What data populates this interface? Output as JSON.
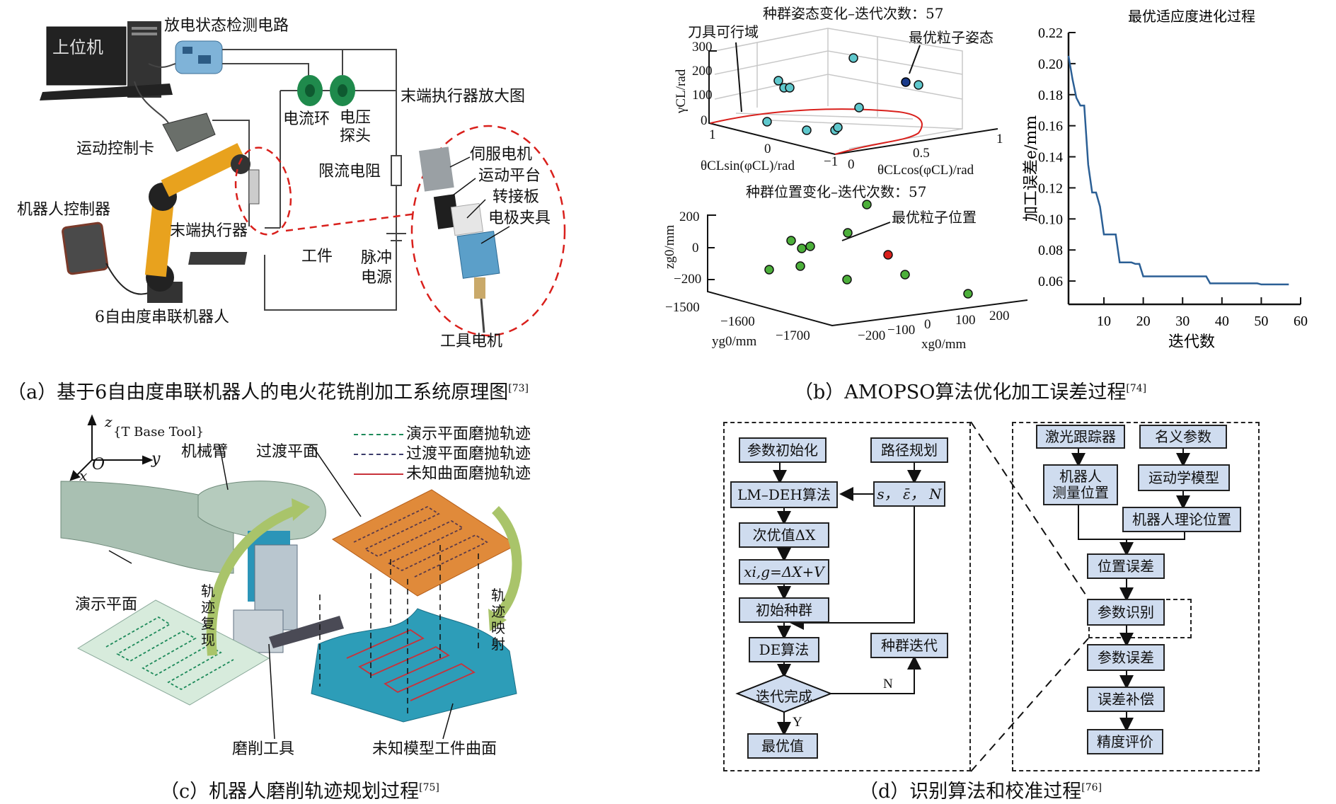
{
  "panel_a": {
    "caption": "（a）基于6自由度串联机器人的电火花铣削加工系统原理图",
    "caption_ref": "[73]",
    "labels": {
      "host_pc": "上位机",
      "discharge_circuit": "放电状态检测电路",
      "motion_card": "运动控制卡",
      "current_ring": "电流环",
      "voltage_probe_1": "电压",
      "voltage_probe_2": "探头",
      "end_effector_zoom": "末端执行器放大图",
      "limit_resistor": "限流电阻",
      "robot_controller": "机器人控制器",
      "end_effector": "末端执行器",
      "workpiece": "工件",
      "pulse_power_1": "脉冲",
      "pulse_power_2": "电源",
      "robot": "6自由度串联机器人",
      "servo_motor": "伺服电机",
      "motion_platform": "运动平台",
      "adapter_plate": "转接板",
      "electrode_fixture": "电极夹具",
      "tool_motor": "工具电机"
    },
    "colors": {
      "robot": "#e8a21e",
      "ring": "#1f8a4c",
      "dashed": "#d9201c"
    }
  },
  "panel_b": {
    "caption": "（b）AMOPSO算法优化加工误差过程",
    "caption_ref": "[74]",
    "pose_plot": {
      "title": "种群姿态变化–迭代次数：57",
      "feasible_label": "刀具可行域",
      "best_label": "最优粒子姿态",
      "zlabel": "γCL/rad",
      "xlabel": "θCLcos(φCL)/rad",
      "ylabel": "θCLsin(φCL)/rad",
      "zticks": [
        "0",
        "100",
        "200",
        "300"
      ],
      "xticks": [
        "0",
        "0.5",
        "1"
      ],
      "yticks": [
        "1",
        "0",
        "−1"
      ]
    },
    "position_plot": {
      "title": "种群位置变化–迭代次数：57",
      "best_label": "最优粒子位置",
      "zlabel": "zg0/mm",
      "xlabel": "xg0/mm",
      "ylabel": "yg0/mm",
      "zticks": [
        "200",
        "0",
        "−200"
      ],
      "yticks": [
        "−1500",
        "−1600",
        "−1700"
      ],
      "xticks": [
        "−200",
        "−100",
        "0",
        "100",
        "200"
      ]
    }
  },
  "chart_data": {
    "type": "line",
    "title": "最优适应度进化过程",
    "xlabel": "迭代数",
    "ylabel": "加工误差e/mm",
    "xlim": [
      1,
      60
    ],
    "ylim": [
      0.045,
      0.22
    ],
    "xticks": [
      10,
      20,
      30,
      40,
      50,
      60
    ],
    "yticks": [
      0.06,
      0.08,
      0.1,
      0.12,
      0.14,
      0.16,
      0.18,
      0.2,
      0.22
    ],
    "ytick_labels": [
      "0.06",
      "0.08",
      "0.10",
      "0.12",
      "0.14",
      "0.16",
      "0.18",
      "0.20",
      "0.22"
    ],
    "grid": false,
    "series": [
      {
        "name": "best fitness",
        "color": "#2b5f95",
        "x": [
          1,
          2,
          3,
          4,
          5,
          6,
          7,
          8,
          9,
          10,
          13,
          14,
          17,
          18,
          19,
          20,
          36,
          37,
          49,
          50,
          57
        ],
        "y": [
          0.205,
          0.19,
          0.178,
          0.173,
          0.173,
          0.135,
          0.117,
          0.117,
          0.108,
          0.09,
          0.09,
          0.072,
          0.072,
          0.071,
          0.071,
          0.063,
          0.063,
          0.0585,
          0.0585,
          0.0578,
          0.0578
        ]
      }
    ]
  },
  "panel_c": {
    "caption": "（c）机器人磨削轨迹规划过程",
    "caption_ref": "[75]",
    "frame_label": "{T Base Tool}",
    "axes": {
      "z": "z",
      "y": "y",
      "x": "x",
      "o": "O"
    },
    "legend": [
      {
        "label": "演示平面磨抛轨迹",
        "color": "#1d8a5a"
      },
      {
        "label": "过渡平面磨抛轨迹",
        "color": "#3a3a6a"
      },
      {
        "label": "未知曲面磨抛轨迹",
        "color": "#c8323a"
      }
    ],
    "labels": {
      "robot_arm": "机械臂",
      "transition_plane": "过渡平面",
      "demo_plane": "演示平面",
      "reproduce": "轨迹复现",
      "mapping": "轨迹映射",
      "grinding_tool": "磨削工具",
      "unknown_surface": "未知模型工件曲面"
    }
  },
  "panel_d": {
    "caption": "（d）识别算法和校准过程",
    "caption_ref": "[76]",
    "left": {
      "param_init": "参数初始化",
      "path_plan": "路径规划",
      "lmdeh": "LM–DEH算法",
      "s_eps_n": "s， ε̄， N",
      "suboptimal": "次优值ΔX",
      "xig": "xi,g=ΔX+V",
      "init_pop": "初始种群",
      "de": "DE算法",
      "pop_iter": "种群迭代",
      "iter_done": "迭代完成",
      "n": "N",
      "y": "Y",
      "optimum": "最优值"
    },
    "right": {
      "laser": "激光跟踪器",
      "nominal": "名义参数",
      "measured": "机器人\n测量位置",
      "kinematic": "运动学模型",
      "theoretical": "机器人理论位置",
      "pos_err": "位置误差",
      "param_id": "参数识别",
      "param_err": "参数误差",
      "compensate": "误差补偿",
      "eval": "精度评价"
    }
  }
}
